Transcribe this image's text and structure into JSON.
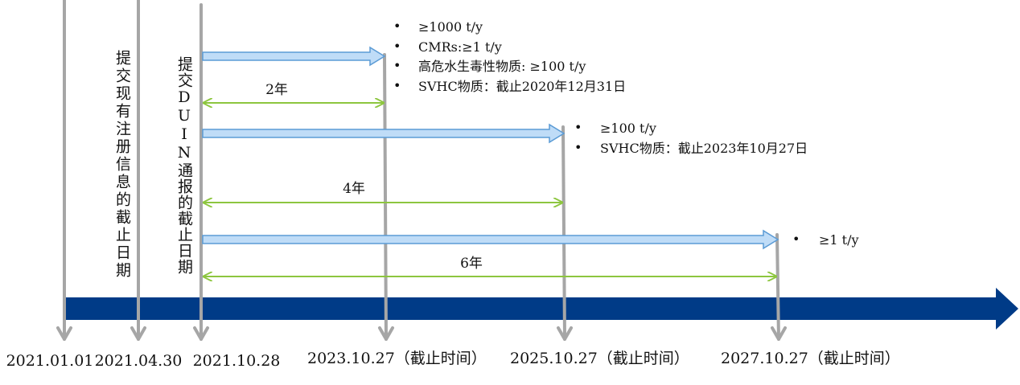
{
  "colors": {
    "timeline": "#003b87",
    "connector": "#a6a6a6",
    "period_arrow_fill": "#bfdcf7",
    "period_arrow_stroke": "#5b9bd5",
    "duration_arrow": "#8dc63f",
    "text": "#111111"
  },
  "dates": [
    "2021.01.01",
    "2021.04.30",
    "2021.10.28",
    "2023.10.27（截止时间）",
    "2025.10.27（截止时间）",
    "2027.10.27（截止时间）"
  ],
  "vertical_labels": {
    "existing_registration": "提交现有注册信息的截止日期",
    "duin": "提交DUIN通报的截止日期"
  },
  "durations": [
    "2年",
    "4年",
    "6年"
  ],
  "phase1_bullets": [
    "≥1000 t/y",
    "CMRs:≥1 t/y",
    "高危水生毒性物质: ≥100 t/y",
    "SVHC物质：截止2020年12月31日"
  ],
  "phase2_bullets": [
    "≥100 t/y",
    "SVHC物质：截止2023年10月27日"
  ],
  "phase3_bullets": [
    "≥1 t/y"
  ]
}
